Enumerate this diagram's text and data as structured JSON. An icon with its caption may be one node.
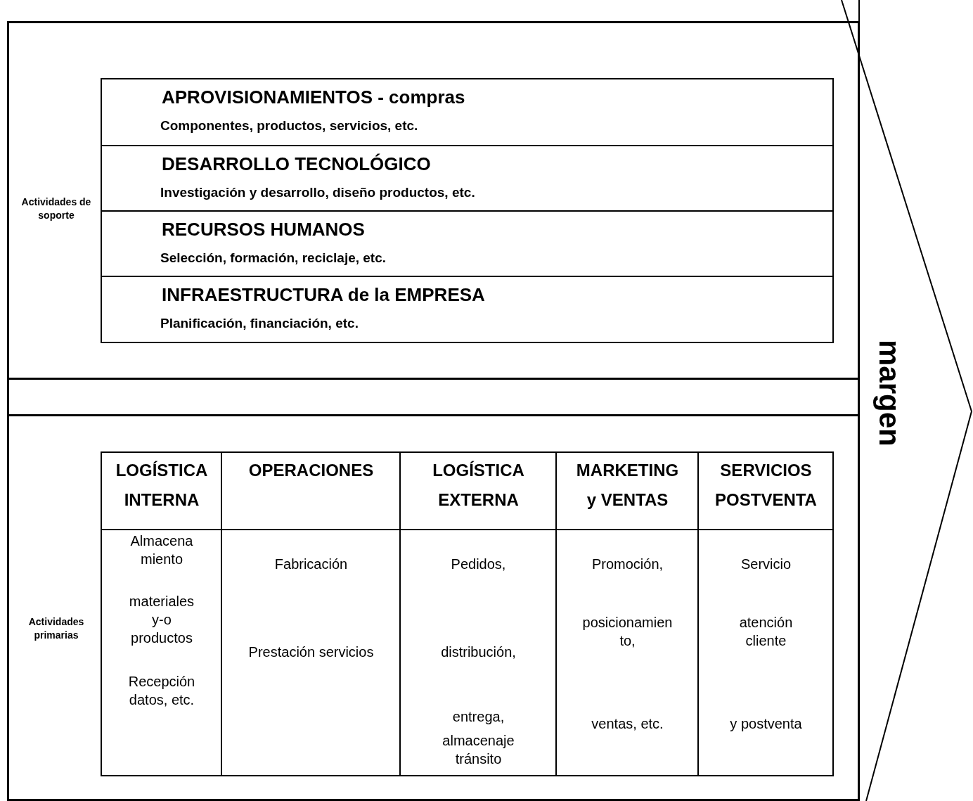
{
  "diagram": {
    "nodes": [
      {
        "text": [
          "Actividades de soporte"
        ]
      },
      {
        "text": [
          "APROVISIONAMIENTOS - compras",
          "Componentes, productos, servicios, etc."
        ],
        "in": 0
      },
      {
        "text": [
          "DESARROLLO TECNOLÓGICO",
          "Investigación y desarrollo, diseño productos, etc."
        ],
        "in": 0
      },
      {
        "text": [
          "RECURSOS HUMANOS",
          "Selección, formación, reciclaje, etc."
        ],
        "in": 0
      },
      {
        "text": [
          "INFRAESTRUCTURA de la EMPRESA",
          "Planificación, financiación, etc."
        ],
        "in": 0
      },
      {
        "text": [],
        "shape": "box"
      },
      {
        "text": [
          "Actividades primarias"
        ]
      },
      {
        "text": [
          "LOGÍSTICA INTERNA",
          "Almacena miento",
          "materiales y-o productos",
          "Recepción datos, etc."
        ],
        "in": 6
      },
      {
        "text": [
          "OPERACIONES",
          "Fabricación",
          "Prestación servicios"
        ],
        "in": 6
      },
      {
        "text": [
          "LOGÍSTICA EXTERNA",
          "Pedidos,",
          "distribución,",
          "entrega,",
          "almacenaje tránsito"
        ],
        "in": 6
      },
      {
        "text": [
          "MARKETING y VENTAS",
          "Promoción,",
          "posicionamien to,",
          "ventas, etc."
        ],
        "in": 6
      },
      {
        "text": [
          "SERVICIOS POSTVENTA",
          "Servicio",
          "atención cliente",
          "y postventa"
        ],
        "in": 6
      },
      {
        "text": [
          "margen"
        ]
      }
    ]
  }
}
